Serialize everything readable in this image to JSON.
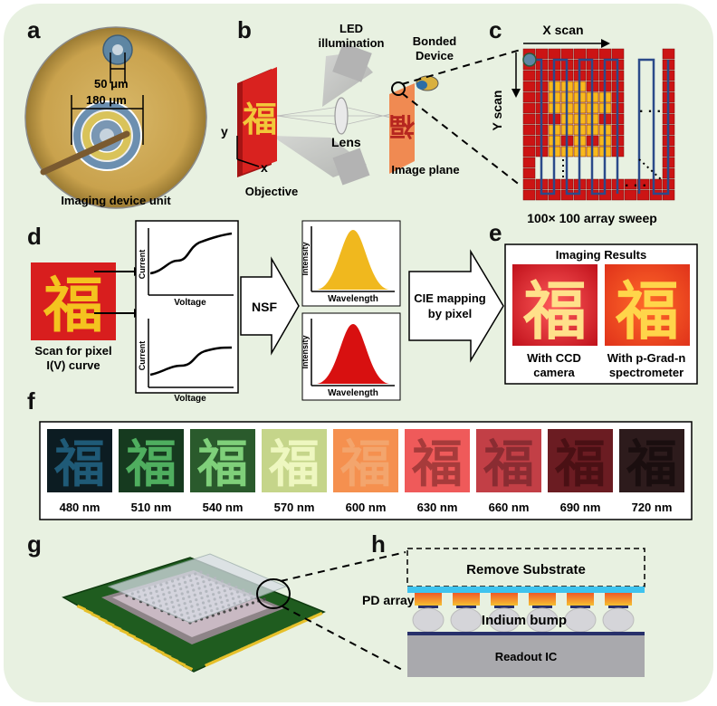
{
  "panels": {
    "a": {
      "label": "a",
      "dim_small": "50 μm",
      "dim_large": "180 μm",
      "caption": "Imaging device unit"
    },
    "b": {
      "label": "b",
      "led": [
        "LED",
        "illumination"
      ],
      "bonded": [
        "Bonded",
        "Device"
      ],
      "lens": "Lens",
      "image_plane": "Image plane",
      "objective": "Objective",
      "axis_y": "y",
      "axis_x": "x"
    },
    "c": {
      "label": "c",
      "x_scan": "X scan",
      "y_scan": "Y scan",
      "dots": "· · ·",
      "caption": "100× 100 array sweep"
    },
    "d": {
      "label": "d",
      "scan_caption": [
        "Scan for pixel",
        "I(V) curve"
      ],
      "iv_ylabel": "Current",
      "iv_xlabel": "Voltage",
      "nsf": "NSF",
      "spec_ylabel": "Intensity",
      "spec_xlabel": "Wavelength",
      "cie": [
        "CIE mapping",
        "by pixel"
      ]
    },
    "e": {
      "label": "e",
      "title": "Imaging Results",
      "left_caption": [
        "With CCD",
        "camera"
      ],
      "right_caption": [
        "With p-Grad-n",
        "spectrometer"
      ]
    },
    "f": {
      "label": "f",
      "tiles": [
        {
          "wavelength": "480 nm",
          "bg": "#0c1c22",
          "fg": "#1f5a77"
        },
        {
          "wavelength": "510 nm",
          "bg": "#163a1f",
          "fg": "#4fae5f"
        },
        {
          "wavelength": "540 nm",
          "bg": "#2a5a2c",
          "fg": "#7fd07a"
        },
        {
          "wavelength": "570 nm",
          "bg": "#c5d58a",
          "fg": "#eef7c0"
        },
        {
          "wavelength": "600 nm",
          "bg": "#f5904f",
          "fg": "#f3a56d"
        },
        {
          "wavelength": "630 nm",
          "bg": "#ef5a5a",
          "fg": "#a73b3b"
        },
        {
          "wavelength": "660 nm",
          "bg": "#c23f46",
          "fg": "#8a2c32"
        },
        {
          "wavelength": "690 nm",
          "bg": "#6b1c22",
          "fg": "#4a1014"
        },
        {
          "wavelength": "720 nm",
          "bg": "#2d1b1c",
          "fg": "#1a0e0f"
        }
      ]
    },
    "g": {
      "label": "g"
    },
    "h": {
      "label": "h",
      "remove_substrate": "Remove Substrate",
      "pd_array": "PD array",
      "indium_bump": "Indium bump",
      "readout_ic": "Readout IC"
    }
  },
  "fu_char": "福",
  "colors": {
    "panel_bg": "#e8f1e1",
    "red": "#d81e1e",
    "gold": "#f4c31f",
    "orange_gold": "#f0b81e"
  }
}
